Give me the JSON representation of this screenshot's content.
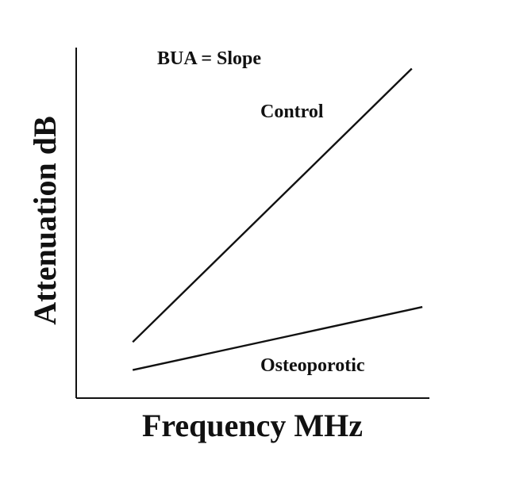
{
  "chart_data": {
    "type": "line",
    "title": "",
    "xlabel": "Frequency MHz",
    "ylabel": "Attenuation dB",
    "annotations": [
      "BUA = Slope"
    ],
    "xlim": [
      0,
      10
    ],
    "ylim": [
      0,
      10
    ],
    "grid": false,
    "legend": "none",
    "series": [
      {
        "name": "Control",
        "x": [
          1.6,
          9.5
        ],
        "y": [
          1.6,
          9.4
        ]
      },
      {
        "name": "Osteoporotic",
        "x": [
          1.6,
          9.8
        ],
        "y": [
          0.8,
          2.6
        ]
      }
    ]
  }
}
